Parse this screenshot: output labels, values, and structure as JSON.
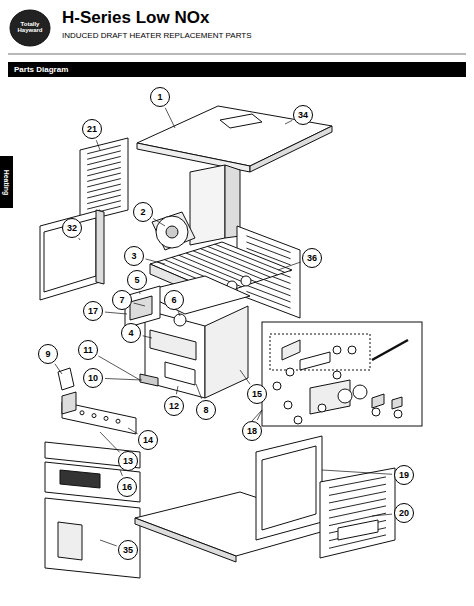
{
  "diagram": {
    "title": "H-Series Low NOx",
    "nodes": [
      {
        "text": [
          "Parts Diagram"
        ]
      },
      {
        "text": [
          "Heating"
        ]
      },
      {
        "text": [
          "1"
        ]
      },
      {
        "text": [
          "34"
        ]
      },
      {
        "text": [
          "21"
        ]
      },
      {
        "text": [
          "2"
        ]
      },
      {
        "text": [
          "32"
        ]
      },
      {
        "text": [
          "3"
        ]
      },
      {
        "text": [
          "36"
        ]
      },
      {
        "text": [
          "5"
        ]
      },
      {
        "text": [
          "17"
        ]
      },
      {
        "text": [
          "7"
        ]
      },
      {
        "text": [
          "6"
        ]
      },
      {
        "text": [
          "4"
        ]
      },
      {
        "text": [
          "11"
        ]
      },
      {
        "text": [
          "9"
        ]
      },
      {
        "text": [
          "10"
        ]
      },
      {
        "text": [
          "12"
        ]
      },
      {
        "text": [
          "8"
        ]
      },
      {
        "text": [
          "15"
        ]
      },
      {
        "text": [
          "18"
        ]
      },
      {
        "text": [
          "14"
        ]
      },
      {
        "text": [
          "13"
        ]
      },
      {
        "text": [
          "16"
        ]
      },
      {
        "text": [
          "19"
        ]
      },
      {
        "text": [
          "20"
        ]
      },
      {
        "text": [
          "35"
        ]
      }
    ],
    "labels": [
      "Totally Hayward",
      "INDUCED DRAFT HEATER REPLACEMENT PARTS"
    ]
  }
}
